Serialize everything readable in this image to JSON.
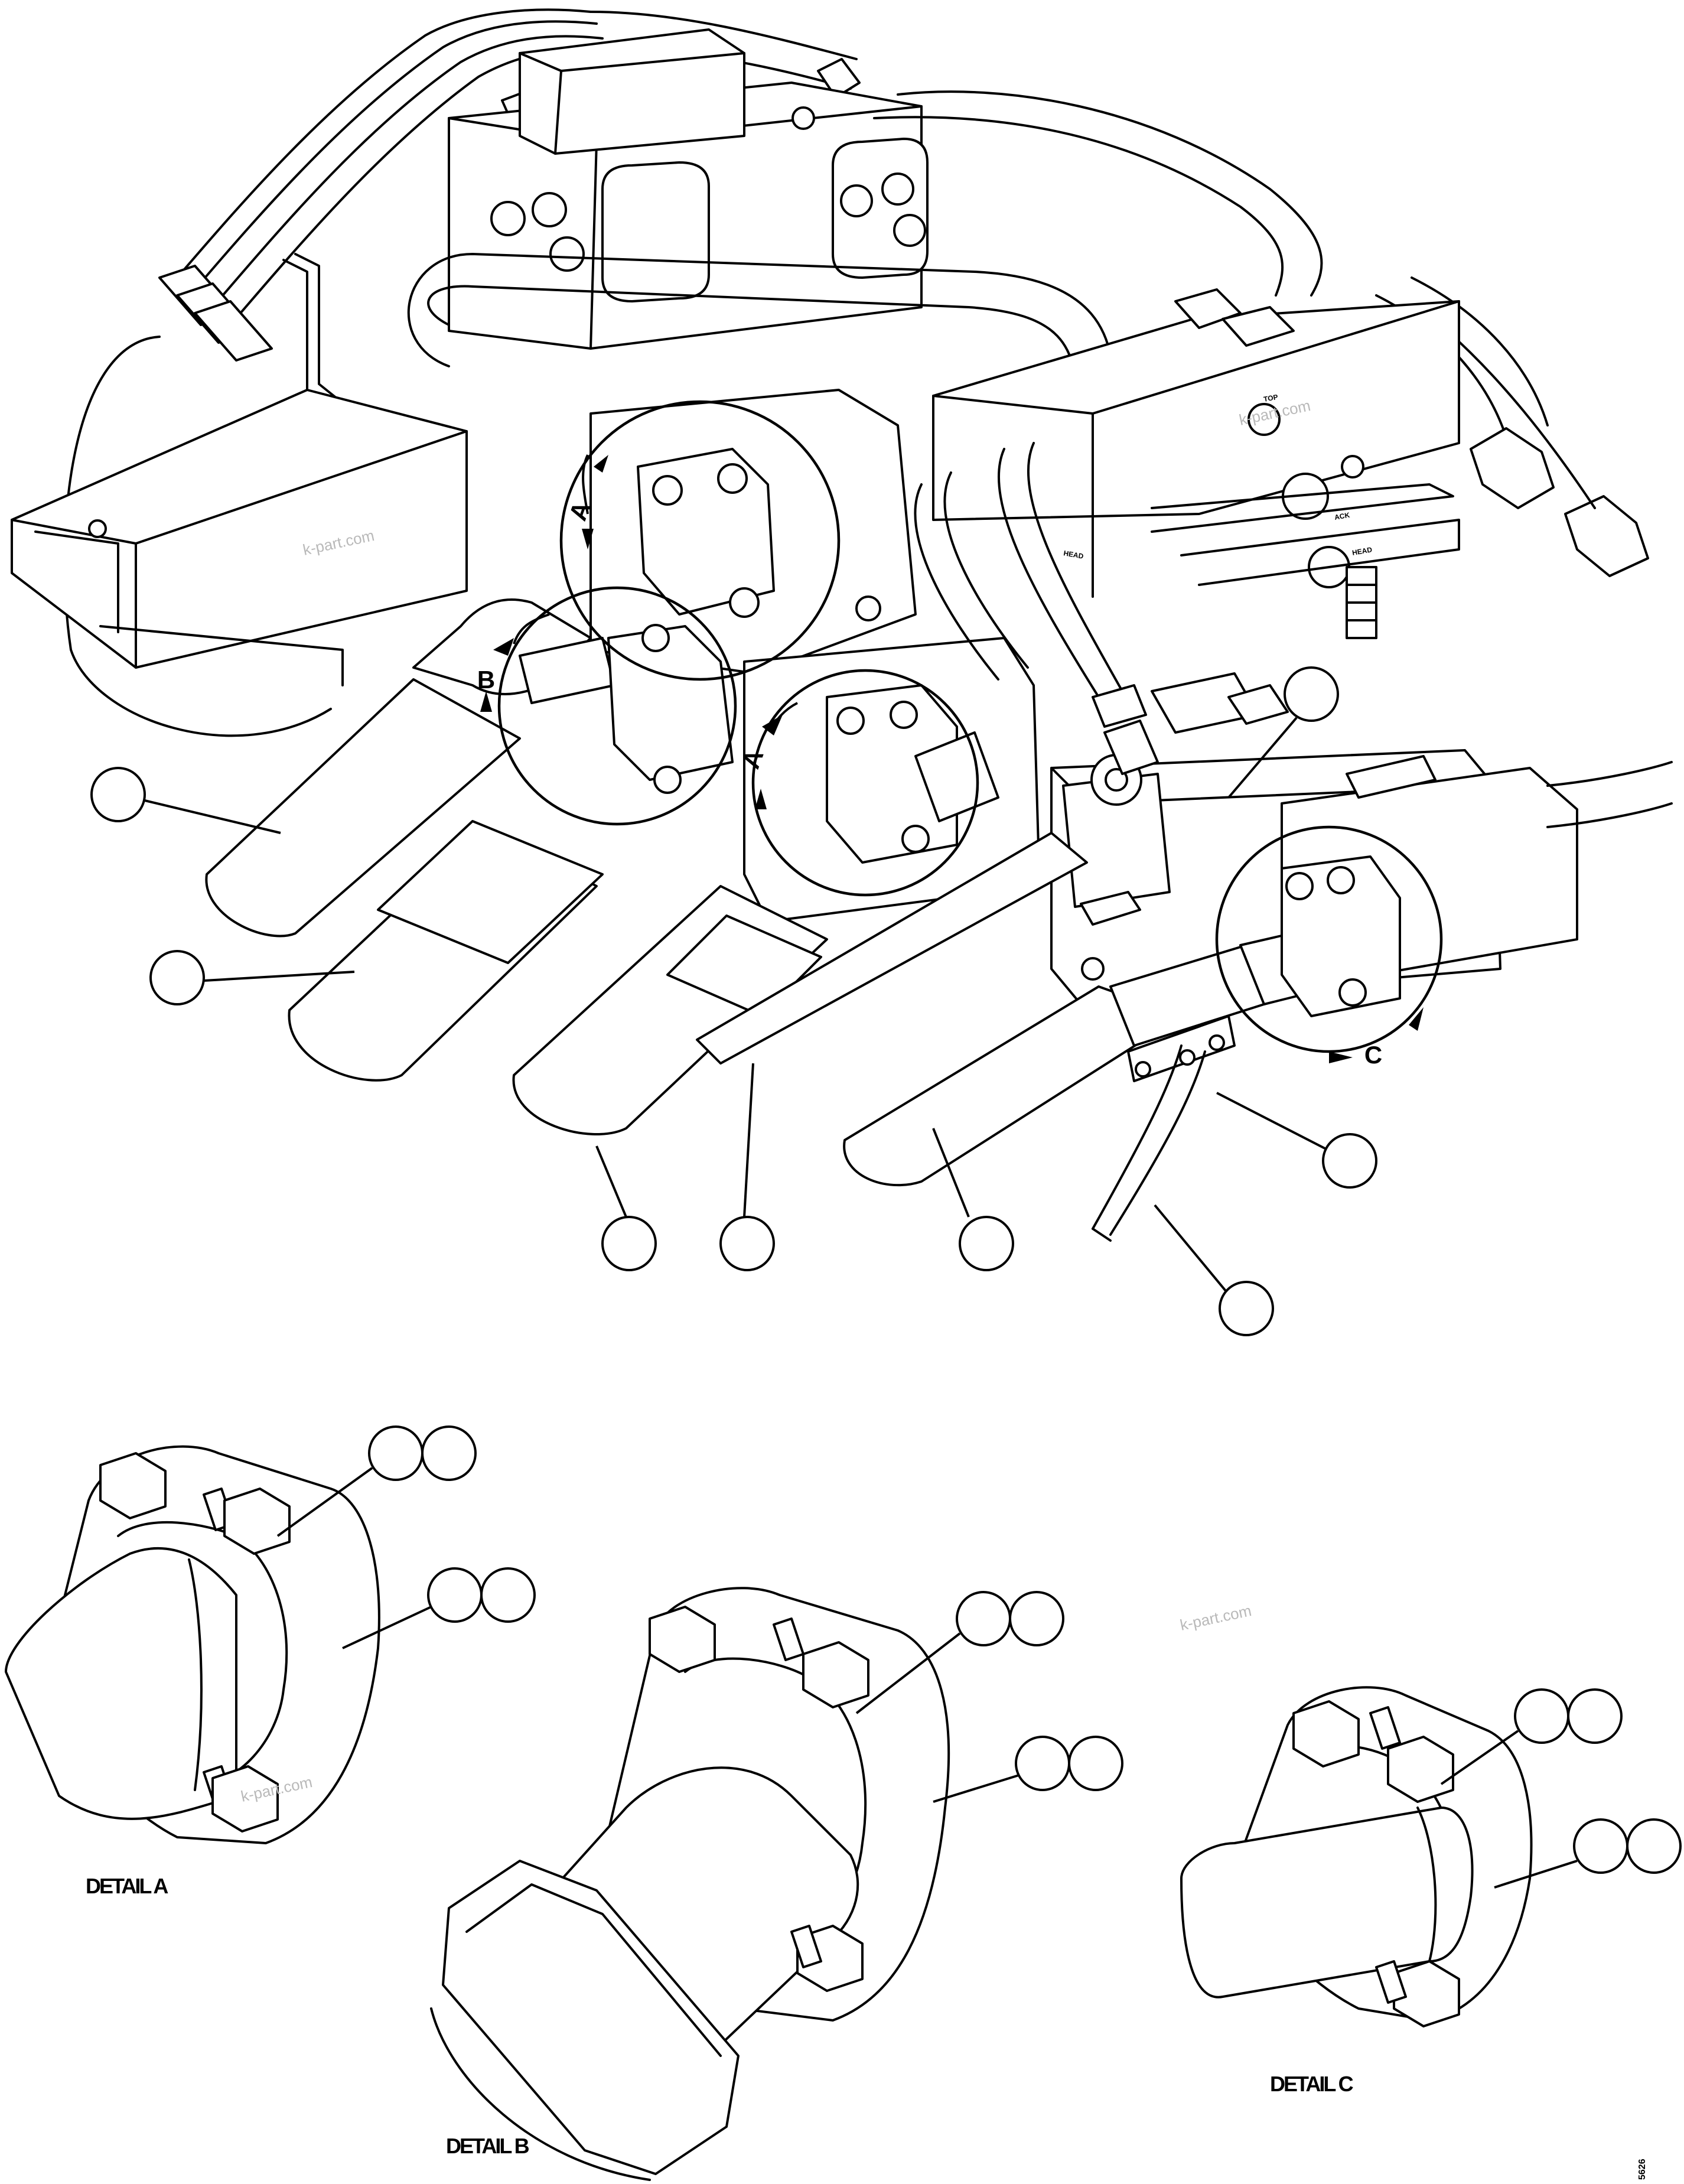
{
  "diagram": {
    "detail_markers": [
      "A",
      "B",
      "A",
      "C"
    ],
    "detail_captions": [
      "DETAIL A",
      "DETAIL B",
      "DETAIL C"
    ],
    "component_labels": [
      "HEAD",
      "HEAD",
      "ACK",
      "TOP"
    ],
    "watermark": "k-part.com",
    "figure_number": "5626",
    "callout_numbers": []
  }
}
